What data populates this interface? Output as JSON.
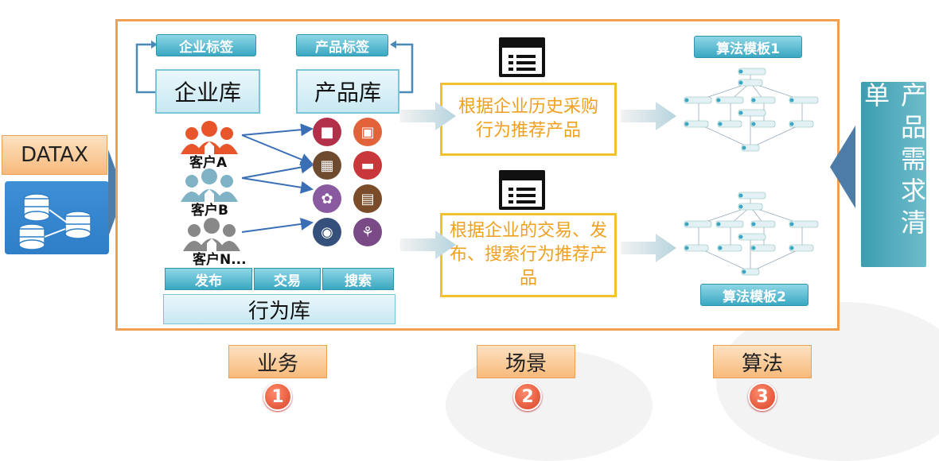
{
  "left": {
    "datax_label": "DATAX",
    "db_icon": "database-cluster-icon"
  },
  "right": {
    "output_label": "产品需求清单"
  },
  "business": {
    "enterprise_tag": "企业标签",
    "product_tag": "产品标签",
    "enterprise_lib": "企业库",
    "product_lib": "产品库",
    "customers": [
      "客户A",
      "客户B",
      "客户N..."
    ],
    "behaviors": [
      "发布",
      "交易",
      "搜索"
    ],
    "behavior_lib": "行为库"
  },
  "scenes": {
    "scene1": "根据企业历史采购行为推荐产品",
    "scene2": "根据企业的交易、发布、搜索行为推荐产品"
  },
  "algorithms": {
    "template1": "算法模板1",
    "template2": "算法模板2"
  },
  "sections": [
    {
      "label": "业务",
      "number": "1"
    },
    {
      "label": "场景",
      "number": "2"
    },
    {
      "label": "算法",
      "number": "3"
    }
  ],
  "colors": {
    "frame": "#f0a050",
    "scene_border": "#f2c12e",
    "scene_text": "#f0a020",
    "tag": "#3aa8c2",
    "panel": "#3a9eb0"
  }
}
